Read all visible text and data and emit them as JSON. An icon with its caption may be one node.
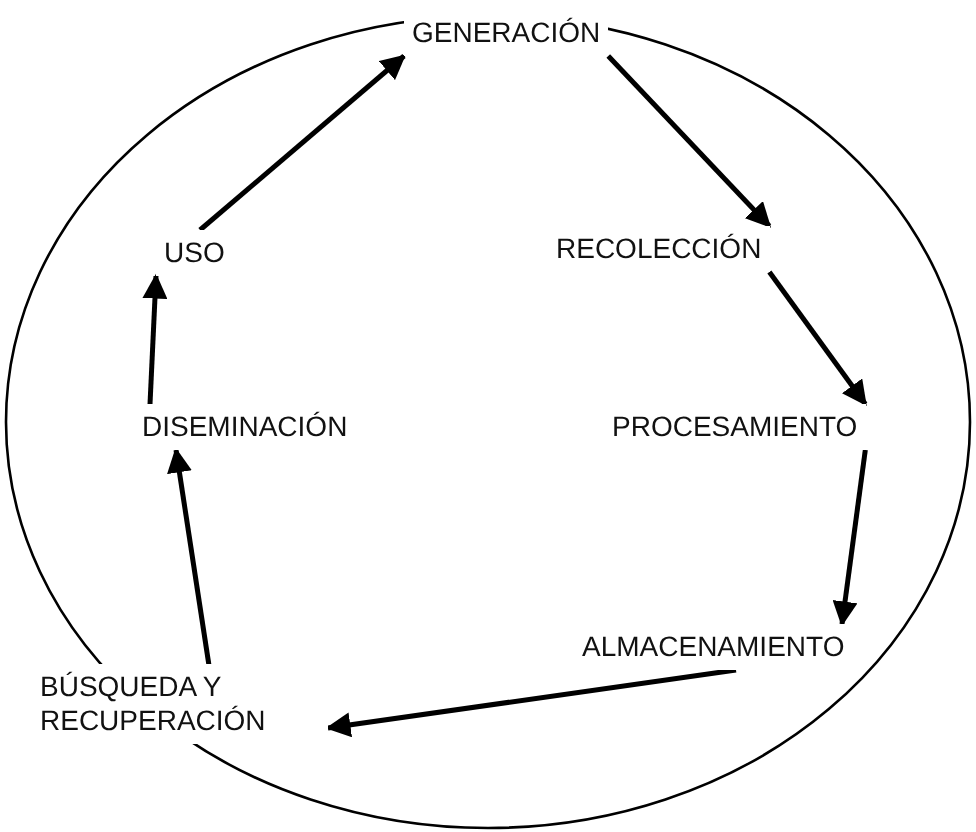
{
  "diagram": {
    "nodes": [
      {
        "text": [
          "GENERACIÓN"
        ]
      },
      {
        "text": [
          "RECOLECCIÓN"
        ]
      },
      {
        "text": [
          "PROCESAMIENTO"
        ]
      },
      {
        "text": [
          "ALMACENAMIENTO"
        ]
      },
      {
        "text": [
          "BÚSQUEDA Y RECUPERACIÓN"
        ]
      },
      {
        "text": [
          "DISEMINACIÓN"
        ]
      },
      {
        "text": [
          "USO"
        ]
      }
    ],
    "edges": [
      {
        "from": 0,
        "to": 1,
        "arrow": "to"
      },
      {
        "from": 1,
        "to": 2,
        "arrow": "to"
      },
      {
        "from": 2,
        "to": 3,
        "arrow": "to"
      },
      {
        "from": 3,
        "to": 4,
        "arrow": "to"
      },
      {
        "from": 4,
        "to": 5,
        "arrow": "to"
      },
      {
        "from": 5,
        "to": 6,
        "arrow": "to"
      },
      {
        "from": 6,
        "to": 0,
        "arrow": "to"
      }
    ]
  }
}
